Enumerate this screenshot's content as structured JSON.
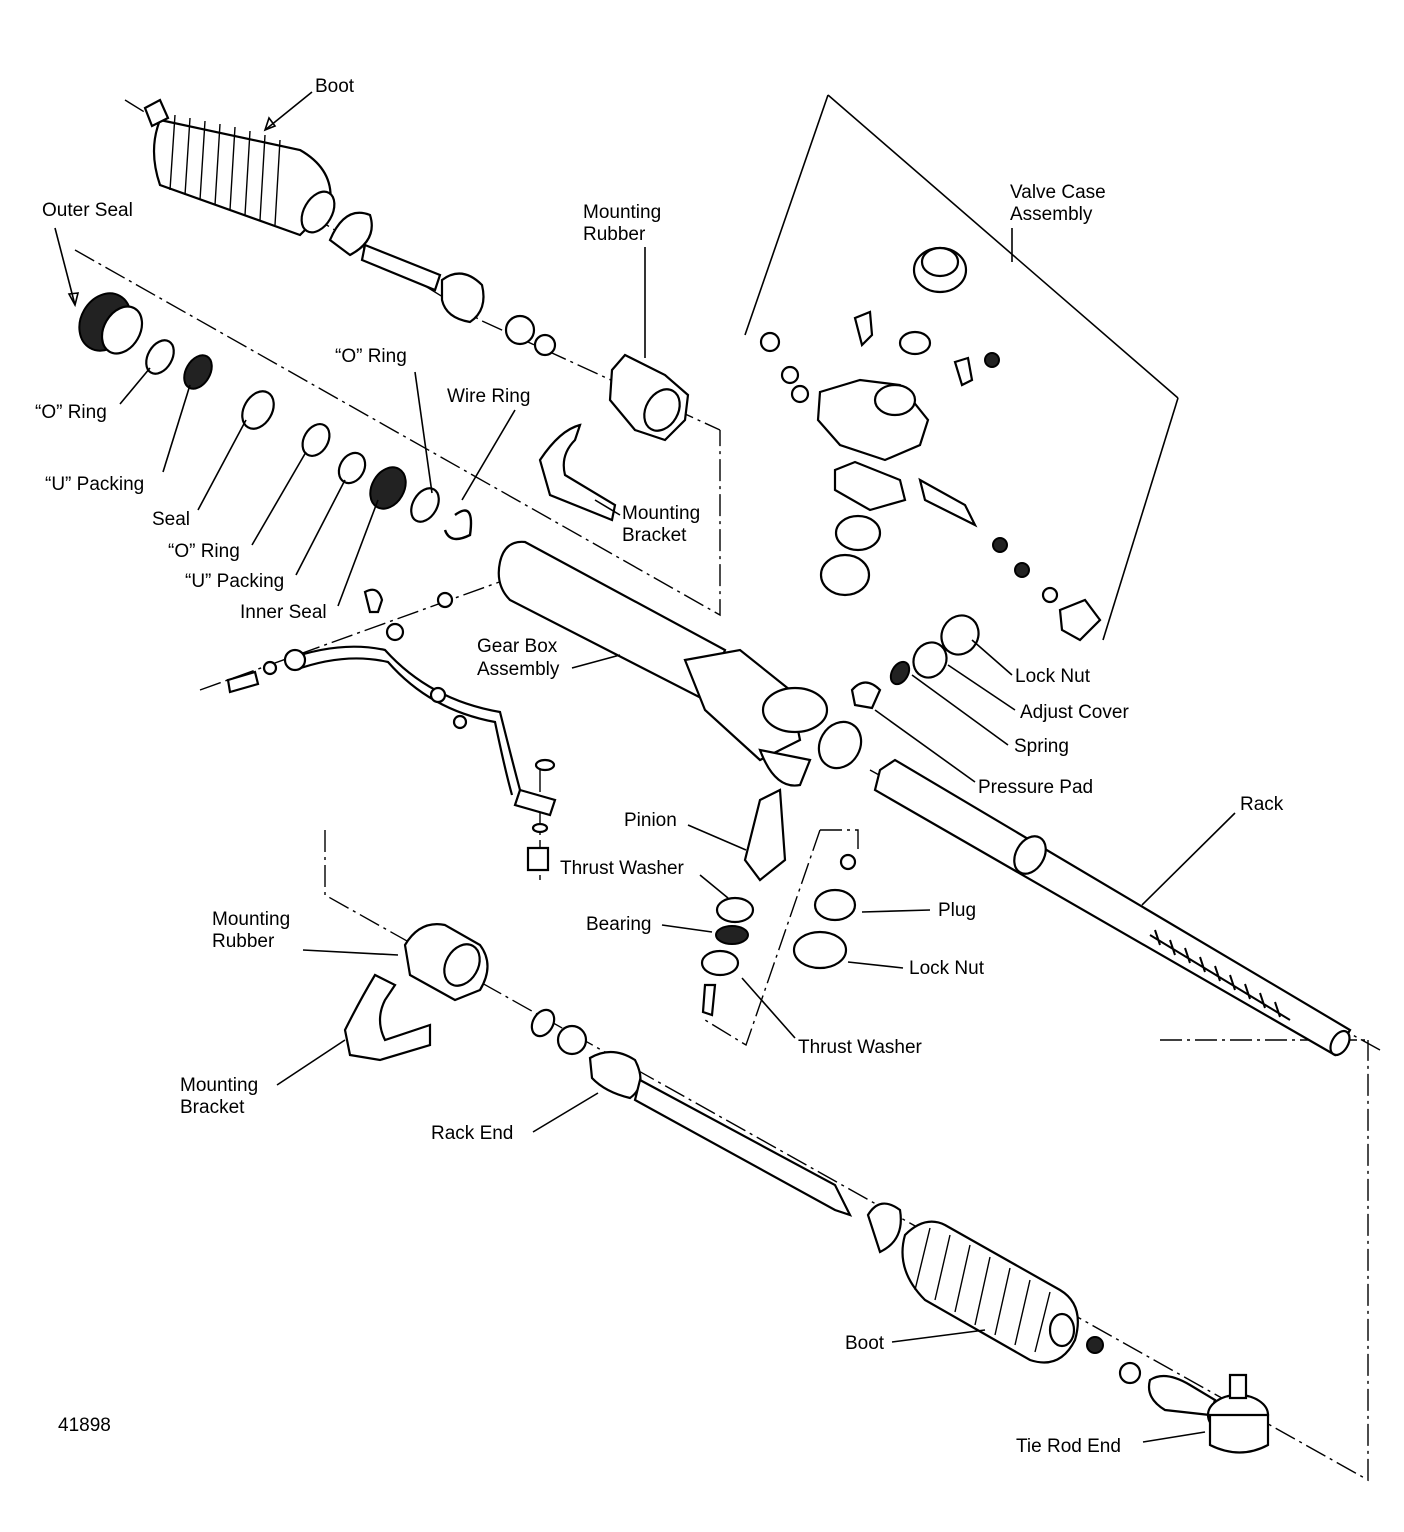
{
  "diagram": {
    "labels": {
      "boot_top": "Boot",
      "outer_seal": "Outer Seal",
      "o_ring_1": "“O” Ring",
      "u_packing_1": "“U” Packing",
      "seal": "Seal",
      "o_ring_2": "“O” Ring",
      "u_packing_2": "“U” Packing",
      "inner_seal": "Inner Seal",
      "o_ring_3": "“O” Ring",
      "wire_ring": "Wire Ring",
      "mounting_rubber_top_1": "Mounting",
      "mounting_rubber_top_2": "Rubber",
      "mounting_bracket_top_1": "Mounting",
      "mounting_bracket_top_2": "Bracket",
      "valve_case_1": "Valve Case",
      "valve_case_2": "Assembly",
      "gear_box_1": "Gear Box",
      "gear_box_2": "Assembly",
      "lock_nut_top": "Lock Nut",
      "adjust_cover": "Adjust Cover",
      "spring": "Spring",
      "pressure_pad": "Pressure Pad",
      "rack": "Rack",
      "pinion": "Pinion",
      "thrust_washer_1": "Thrust Washer",
      "bearing": "Bearing",
      "plug": "Plug",
      "lock_nut_bottom": "Lock Nut",
      "thrust_washer_2": "Thrust Washer",
      "mounting_rubber_bot_1": "Mounting",
      "mounting_rubber_bot_2": "Rubber",
      "mounting_bracket_bot_1": "Mounting",
      "mounting_bracket_bot_2": "Bracket",
      "rack_end": "Rack End",
      "boot_bottom": "Boot",
      "tie_rod_end": "Tie Rod End",
      "figure_number": "41898"
    }
  }
}
